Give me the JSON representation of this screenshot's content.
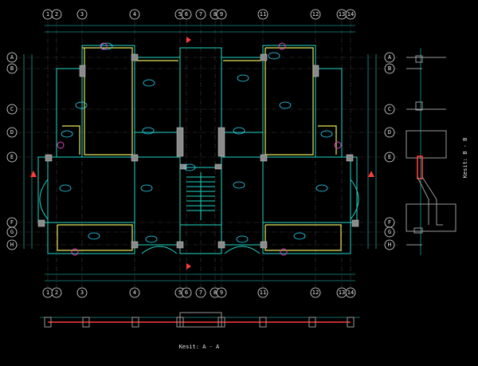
{
  "grid": {
    "columns_top": [
      "1",
      "2",
      "3",
      "4",
      "5",
      "6",
      "7",
      "8",
      "9",
      "11",
      "12",
      "13",
      "14"
    ],
    "columns_bottom": [
      "1",
      "2",
      "3",
      "4",
      "5",
      "6",
      "7",
      "8",
      "9",
      "11",
      "12",
      "13",
      "14"
    ],
    "rows_left": [
      "A",
      "B",
      "C",
      "D",
      "E",
      "F",
      "G",
      "H"
    ],
    "rows_right": [
      "A",
      "B",
      "C",
      "D",
      "E",
      "F",
      "G",
      "H"
    ]
  },
  "sections": {
    "section_aa": "Kesit: A - A",
    "section_bb": "Kesit: B - B"
  },
  "colors": {
    "background": "#000000",
    "dimension": "#1fd7c8",
    "beam": "#e6e65a",
    "column": "#8a8a8a",
    "grid_bubble": "#e8e8e8",
    "slab_tag": "#2fe0ff",
    "marker": "#e040c0",
    "section_cut": "#ff3b3b"
  }
}
